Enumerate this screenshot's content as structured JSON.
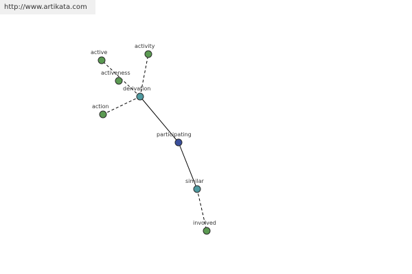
{
  "banner": {
    "url_text": "http://www.artikata.com"
  },
  "colors": {
    "leaf": "#5b9a52",
    "mid": "#4f9aa0",
    "center": "#3a4f9c",
    "edge": "#000000"
  },
  "nodes": [
    {
      "id": "active",
      "label": "active",
      "kind": "leaf"
    },
    {
      "id": "activity",
      "label": "activity",
      "kind": "leaf"
    },
    {
      "id": "activeness",
      "label": "activeness",
      "kind": "leaf"
    },
    {
      "id": "derivation",
      "label": "derivation",
      "kind": "mid"
    },
    {
      "id": "action",
      "label": "action",
      "kind": "leaf"
    },
    {
      "id": "participating",
      "label": "participating",
      "kind": "center"
    },
    {
      "id": "similar",
      "label": "similar",
      "kind": "mid"
    },
    {
      "id": "involved",
      "label": "involved",
      "kind": "leaf"
    }
  ],
  "edges": [
    {
      "from": "derivation",
      "to": "active",
      "style": "dashed"
    },
    {
      "from": "derivation",
      "to": "activity",
      "style": "dashed"
    },
    {
      "from": "derivation",
      "to": "action",
      "style": "dashed"
    },
    {
      "from": "derivation",
      "to": "participating",
      "style": "solid"
    },
    {
      "from": "participating",
      "to": "similar",
      "style": "solid"
    },
    {
      "from": "similar",
      "to": "involved",
      "style": "dashed"
    }
  ]
}
